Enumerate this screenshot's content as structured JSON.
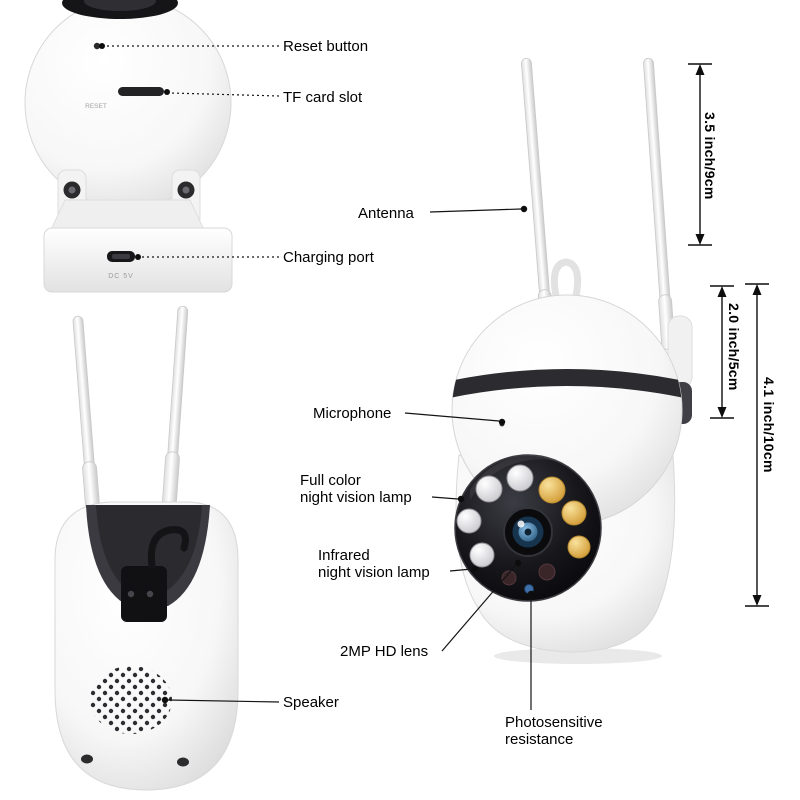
{
  "callouts": {
    "reset_button": "Reset button",
    "tf_card_slot": "TF card slot",
    "antenna": "Antenna",
    "charging_port": "Charging port",
    "microphone": "Microphone",
    "full_color_line1": "Full color",
    "full_color_line2": "night vision lamp",
    "infrared_line1": "Infrared",
    "infrared_line2": "night vision lamp",
    "hd_lens": "2MP HD lens",
    "speaker": "Speaker",
    "photosensitive_line1": "Photosensitive",
    "photosensitive_line2": "resistance"
  },
  "dimensions": {
    "antenna_height": "3.5 inch/9cm",
    "head_height": "2.0 inch/5cm",
    "body_height": "4.1 inch/10cm"
  },
  "device_markings": {
    "reset": "RESET",
    "power": "DC 5V"
  },
  "colors": {
    "background": "#ffffff",
    "line": "#141414",
    "text": "#000000",
    "device_dark": "#1b1b1e",
    "led_warm": "#e0ad43",
    "led_white": "#f2f2f4",
    "lens_blue": "#5b9bd0",
    "photoresistor_blue": "#3e6fa8"
  }
}
